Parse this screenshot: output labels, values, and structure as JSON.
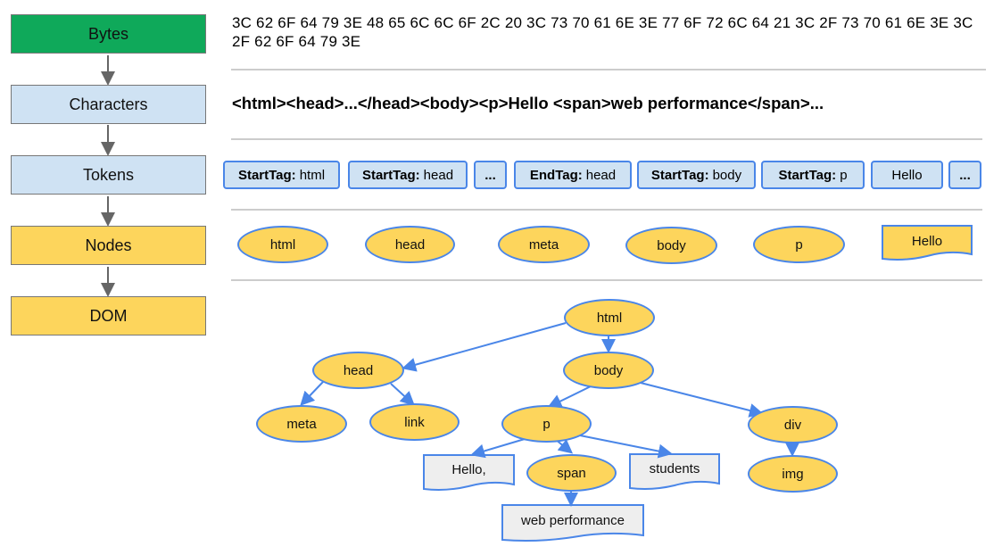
{
  "stages": [
    "Bytes",
    "Characters",
    "Tokens",
    "Nodes",
    "DOM"
  ],
  "bytes": "3C 62 6F 64 79 3E 48 65 6C 6C 6F 2C 20 3C 73 70 61 6E 3E 77 6F 72 6C 64 21 3C 2F 73 70 61 6E 3E 3C 2F 62 6F 64 79 3E",
  "characters": "<html><head>...</head><body><p>Hello <span>web performance</span>...",
  "tokens": [
    {
      "kind": "StartTag:",
      "name": "html"
    },
    {
      "kind": "StartTag:",
      "name": "head"
    },
    {
      "kind": "",
      "name": "..."
    },
    {
      "kind": "EndTag:",
      "name": "head"
    },
    {
      "kind": "StartTag:",
      "name": "body"
    },
    {
      "kind": "StartTag:",
      "name": "p"
    },
    {
      "kind": "",
      "name": "Hello"
    },
    {
      "kind": "",
      "name": "..."
    }
  ],
  "nodes": [
    "html",
    "head",
    "meta",
    "body",
    "p",
    "Hello"
  ],
  "dom": {
    "html": "html",
    "head": "head",
    "body": "body",
    "meta": "meta",
    "link": "link",
    "p": "p",
    "div": "div",
    "img": "img",
    "span": "span",
    "text_hello": "Hello,",
    "text_students": "students",
    "text_web": "web performance"
  },
  "colors": {
    "bytes_stage": "#0fa95a",
    "light_blue": "#cfe2f3",
    "node_yellow": "#fdd55c",
    "edge_blue": "#4a86e8",
    "doc_gray": "#eeeeee"
  }
}
